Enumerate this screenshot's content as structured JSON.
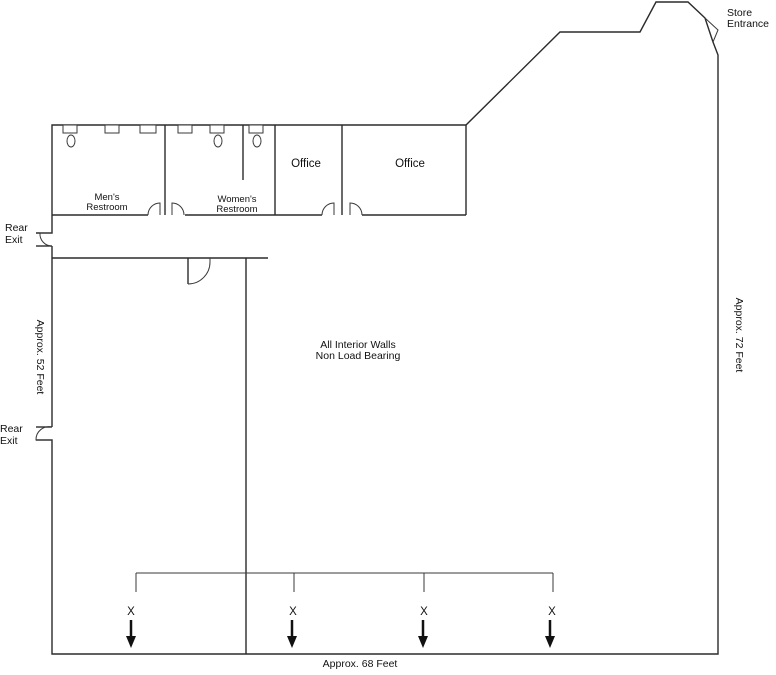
{
  "labels": {
    "store_entrance_line1": "Store",
    "store_entrance_line2": "Entrance",
    "rear_exit_top_line1": "Rear",
    "rear_exit_top_line2": "Exit",
    "rear_exit_bottom_line1": "Rear",
    "rear_exit_bottom_line2": "Exit",
    "mens_restroom_line1": "Men's",
    "mens_restroom_line2": "Restroom",
    "womens_restroom_line1": "Women's",
    "womens_restroom_line2": "Restroom",
    "office_1": "Office",
    "office_2": "Office",
    "interior_note_line1": "All Interior Walls",
    "interior_note_line2": "Non Load Bearing",
    "dim_left": "Approx. 52 Feet",
    "dim_right": "Approx. 72 Feet",
    "dim_bottom": "Approx. 68 Feet"
  },
  "markers": [
    "X",
    "X",
    "X",
    "X"
  ],
  "colors": {
    "line": "#2b2b2b",
    "text": "#111111",
    "background": "#ffffff"
  }
}
